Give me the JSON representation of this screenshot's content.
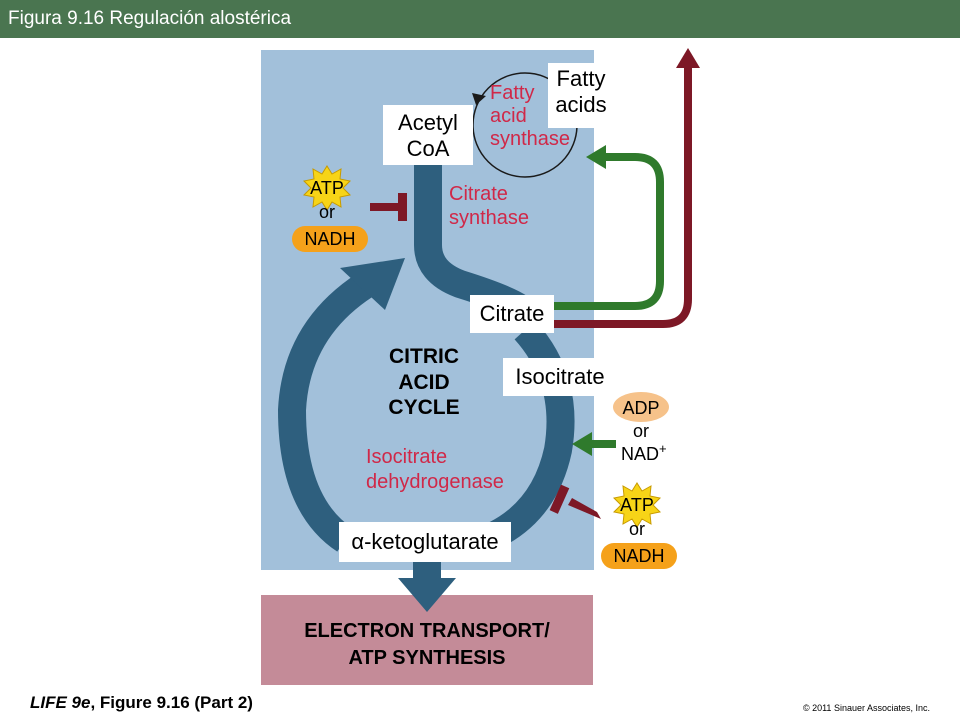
{
  "header": {
    "title": "Figura 9.16  Regulación alostérica",
    "bar_color": "#4a7550"
  },
  "diagram": {
    "background_color": "#a2c0da",
    "pathway_color": "#2e5f7e",
    "activation_color": "#2f7a2c",
    "inhibition_color": "#7d1826",
    "enzyme_color": "#d02848",
    "nodes": {
      "fatty_acids": [
        "Fatty",
        "acids"
      ],
      "acetyl_coa": [
        "Acetyl",
        "CoA"
      ],
      "citrate": "Citrate",
      "isocitrate": "Isocitrate",
      "alpha_ketoglutarate": "α-ketoglutarate"
    },
    "enzymes": {
      "fatty_acid_synthase": [
        "Fatty",
        "acid",
        "synthase"
      ],
      "citrate_synthase": [
        "Citrate",
        "synthase"
      ],
      "isocitrate_dehydrogenase": [
        "Isocitrate",
        "dehydrogenase"
      ]
    },
    "cycle_label": [
      "CITRIC",
      "ACID",
      "CYCLE"
    ],
    "electron_transport": [
      "ELECTRON TRANSPORT/",
      "ATP SYNTHESIS"
    ],
    "regulators": {
      "citrate_synthase_inhibitors": {
        "atp": "ATP",
        "or": "or",
        "nadh": "NADH"
      },
      "idh_activators": {
        "adp": "ADP",
        "or": "or",
        "nad": "NAD",
        "nad_sup": "+"
      },
      "idh_inhibitors": {
        "atp": "ATP",
        "or": "or",
        "nadh": "NADH"
      }
    }
  },
  "footer": {
    "caption_italic": "LIFE 9e",
    "caption_rest": ", Figure 9.16 (Part 2)",
    "copyright": "© 2011 Sinauer Associates, Inc."
  }
}
